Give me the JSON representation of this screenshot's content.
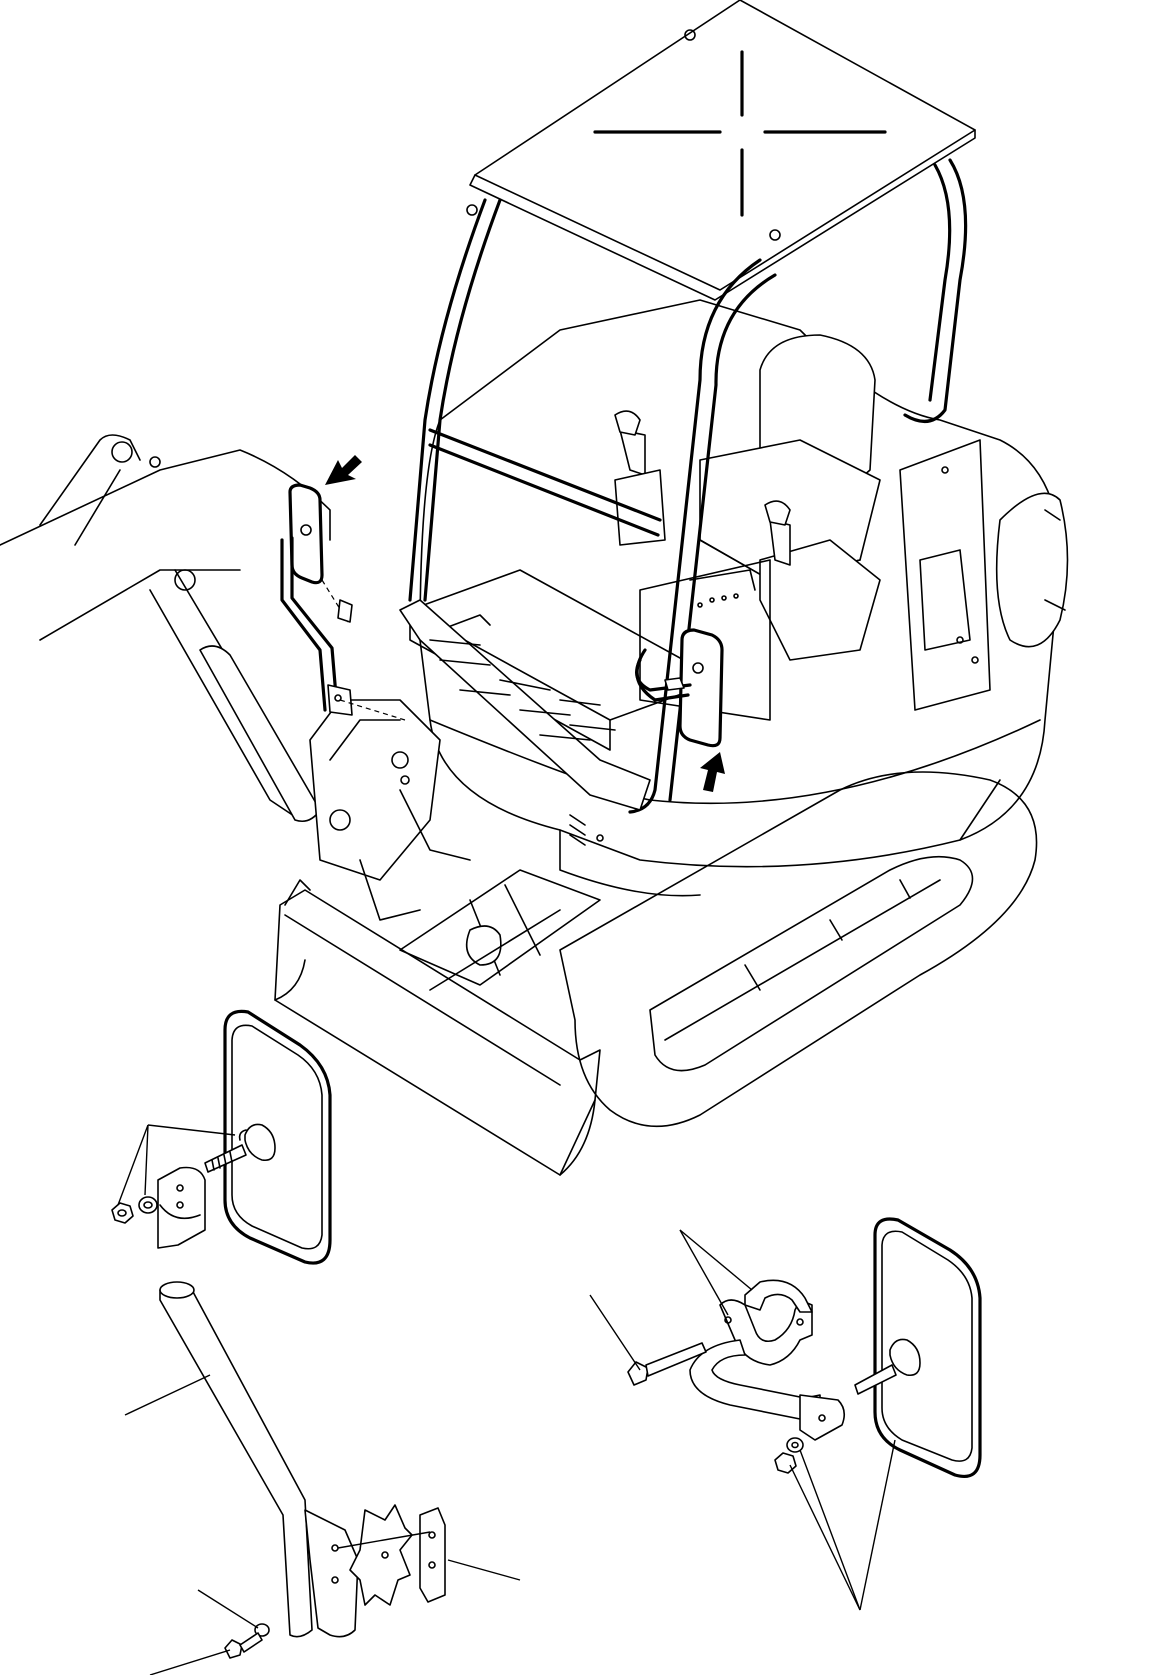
{
  "figure": {
    "callouts": [],
    "colors": {
      "line": "#000000",
      "background": "#ffffff"
    },
    "parts": [
      {
        "id": "canopy",
        "kind": "machine-part"
      },
      {
        "id": "operator-seat",
        "kind": "machine-part"
      },
      {
        "id": "boom",
        "kind": "machine-part"
      },
      {
        "id": "dozer-blade",
        "kind": "machine-part"
      },
      {
        "id": "crawler-track",
        "kind": "machine-part"
      },
      {
        "id": "left-mirror",
        "kind": "highlighted-part"
      },
      {
        "id": "right-mirror",
        "kind": "highlighted-part"
      },
      {
        "id": "mirror-stay",
        "kind": "exploded-part"
      },
      {
        "id": "mirror-clamp",
        "kind": "exploded-part"
      },
      {
        "id": "bolt",
        "kind": "exploded-part"
      },
      {
        "id": "nut",
        "kind": "exploded-part"
      },
      {
        "id": "washer",
        "kind": "exploded-part"
      },
      {
        "id": "plate",
        "kind": "exploded-part"
      },
      {
        "id": "shim",
        "kind": "exploded-part"
      }
    ]
  }
}
